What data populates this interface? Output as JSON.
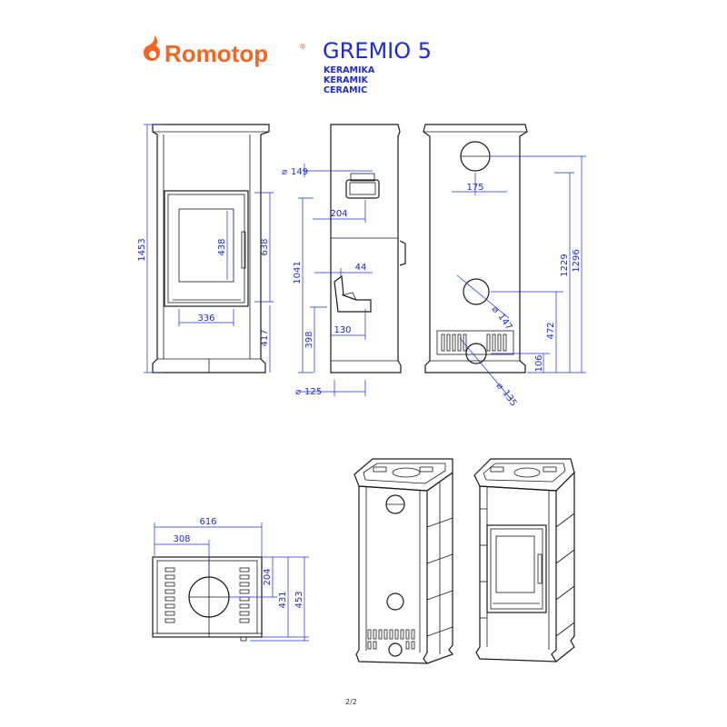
{
  "brand": {
    "name": "Romotop",
    "registered": "®",
    "color": "#f26522"
  },
  "product": {
    "model": "GREMIO 5",
    "variants": [
      "KERAMIKA",
      "KERAMIK",
      "CERAMIC"
    ],
    "color": "#1f2bd1"
  },
  "dimensions": {
    "front": {
      "height": "1453",
      "door_height": "438",
      "window_height": "638",
      "door_width": "336",
      "base_height": "417"
    },
    "side": {
      "flue_diameter": "149",
      "flue_offset": "204",
      "handle_height": "1041",
      "air_offset": "44",
      "air_height": "398",
      "air_depth": "130",
      "air_diameter": "125"
    },
    "rear": {
      "flue_offset": "175",
      "flue_height_1": "1229",
      "flue_height_2": "1296",
      "rear_flue_diameter": "147",
      "rear_flue_height": "472",
      "bottom_height": "106",
      "bottom_diameter": "135"
    },
    "top": {
      "width": "616",
      "half_width": "308",
      "depth_to_flue": "204",
      "depth_1": "431",
      "depth_2": "453"
    }
  },
  "page_number": "2/2",
  "dimension_color": "#1f2bd1"
}
